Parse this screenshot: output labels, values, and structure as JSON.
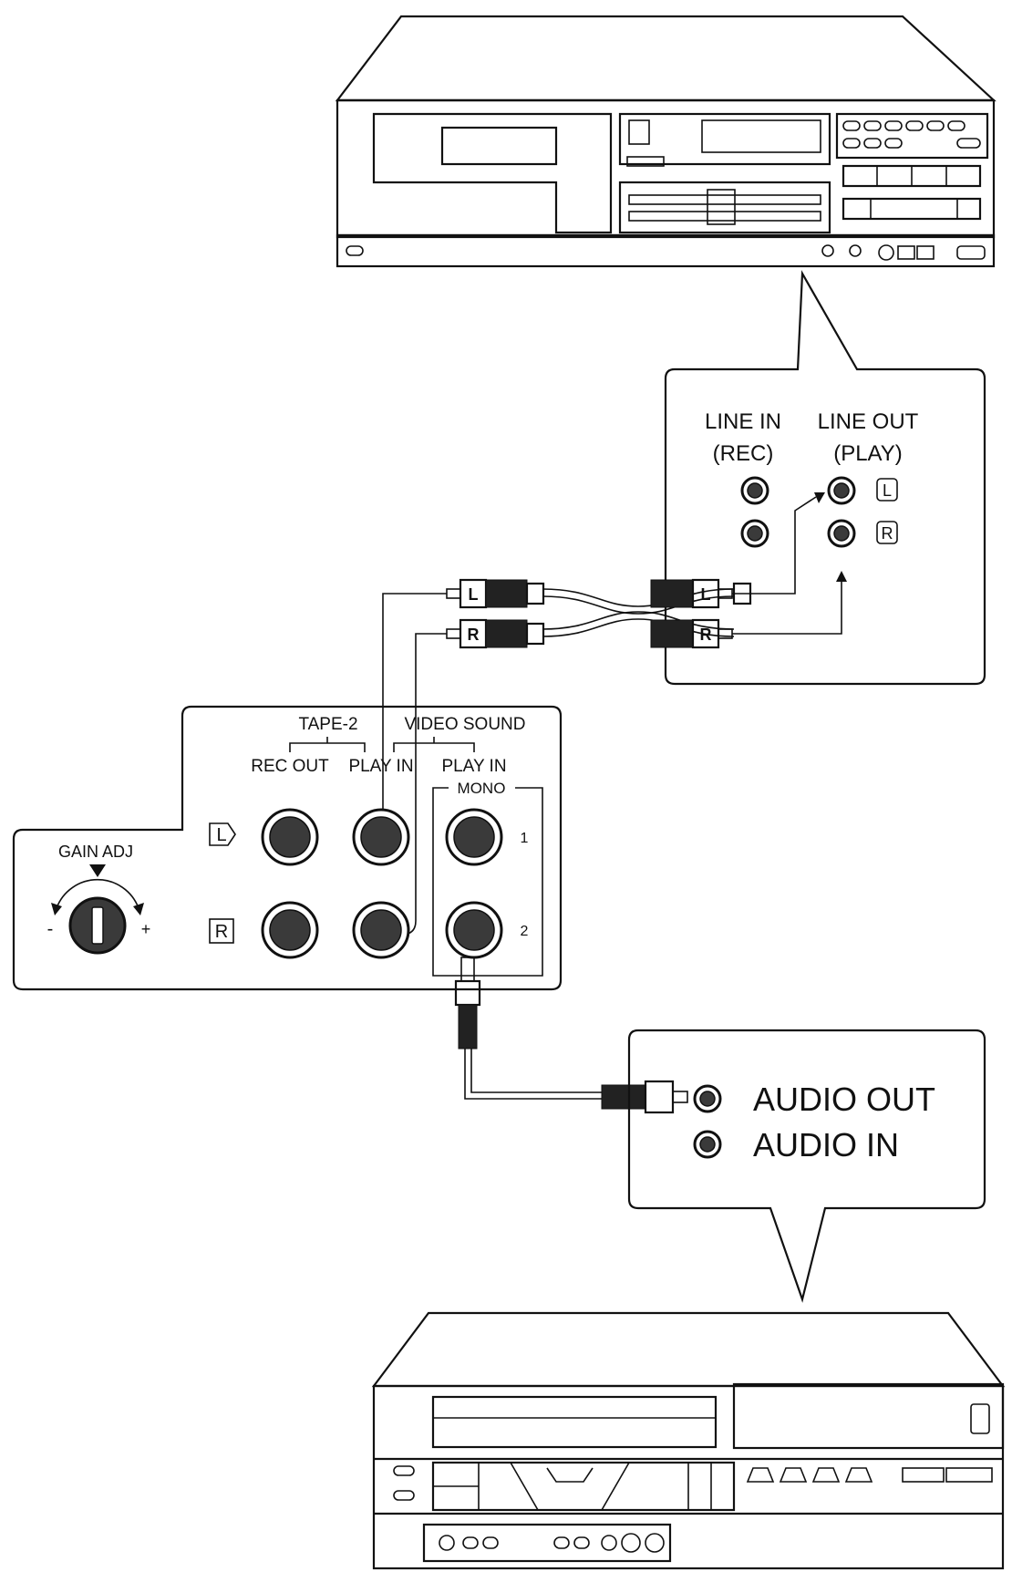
{
  "top_device": {
    "callout": {
      "line_in_title": "LINE IN",
      "line_in_sub": "(REC)",
      "line_out_title": "LINE OUT",
      "line_out_sub": "(PLAY)",
      "ch_l": "L",
      "ch_r": "R"
    }
  },
  "cable": {
    "plug_l": "L",
    "plug_r": "R"
  },
  "amp_panel": {
    "tape2": "TAPE-2",
    "video_sound": "VIDEO SOUND",
    "rec_out": "REC OUT",
    "play_in": "PLAY IN",
    "play_in_mono": "PLAY IN",
    "mono": "MONO",
    "gain_adj": "GAIN ADJ",
    "gain_minus": "-",
    "gain_plus": "+",
    "row_l": "L",
    "row_r": "R",
    "mono_1": "1",
    "mono_2": "2"
  },
  "bottom_device": {
    "callout": {
      "audio_out": "AUDIO OUT",
      "audio_in": "AUDIO IN"
    }
  }
}
